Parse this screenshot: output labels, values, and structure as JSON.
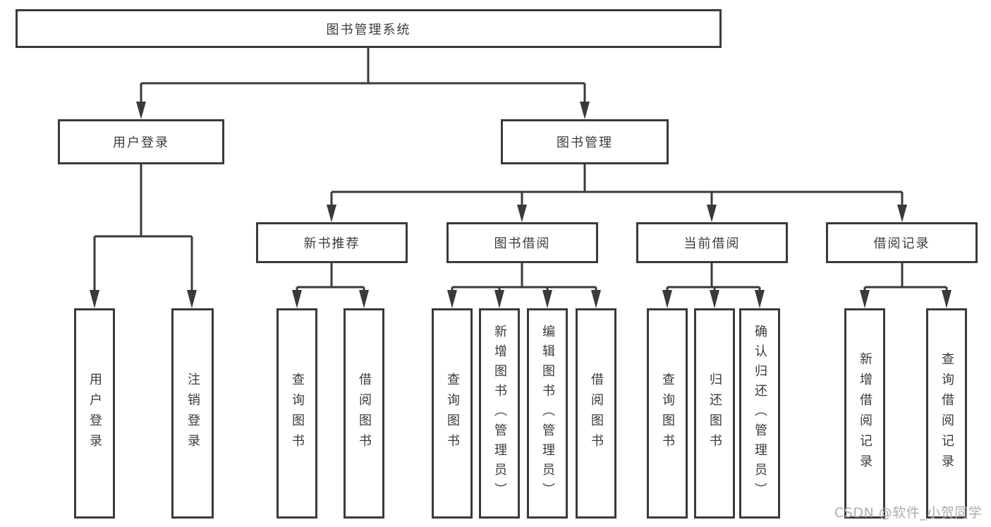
{
  "diagram": {
    "root": {
      "label": "图书管理系统"
    },
    "level2": [
      {
        "label": "用户登录"
      },
      {
        "label": "图书管理"
      }
    ],
    "level3": [
      {
        "label": "新书推荐"
      },
      {
        "label": "图书借阅"
      },
      {
        "label": "当前借阅"
      },
      {
        "label": "借阅记录"
      }
    ],
    "leaves": {
      "user_login": [
        "用户登录",
        "注销登录"
      ],
      "new_books": [
        "查询图书",
        "借阅图书"
      ],
      "book_borrow": [
        "查询图书",
        "新增图书（管理员）",
        "编辑图书（管理员）",
        "借阅图书"
      ],
      "current_borrow": [
        "查询图书",
        "归还图书",
        "确认归还（管理员）"
      ],
      "borrow_records": [
        "新增借阅记录",
        "查询借阅记录"
      ]
    }
  },
  "watermark": {
    "text": "CSDN @软件_小贺同学"
  },
  "colors": {
    "line": "#3a3a3a",
    "text": "#3b3b3b",
    "watermark": "#acacac",
    "background": "#ffffff"
  }
}
